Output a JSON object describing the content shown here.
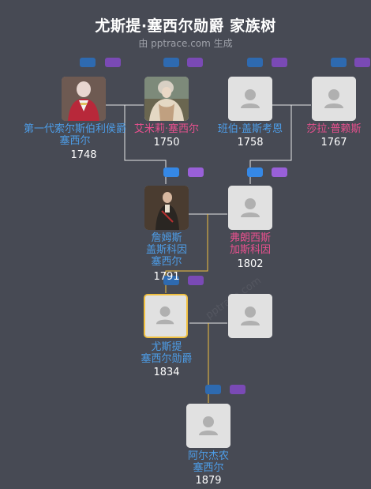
{
  "header": {
    "title": "尤斯提·塞西尔勋爵 家族树",
    "subtitle": "由 pptrace.com 生成"
  },
  "watermark": "pptrace.com",
  "colors": {
    "background": "#474a54",
    "male_name": "#4d9de8",
    "female_name": "#e8508e",
    "self_border": "#f0c040",
    "lines": "#e6e6e6",
    "self_line": "#f0c040"
  },
  "people": {
    "p1": {
      "name": "第一代索尔斯伯利侯爵\n塞西尔",
      "year": "1748",
      "gender": "male",
      "photo": "portrait-red-coat"
    },
    "p2": {
      "name": "艾米莉·塞西尔",
      "year": "1750",
      "gender": "female",
      "photo": "portrait-lady"
    },
    "p3": {
      "name": "班伯·盖斯考恩",
      "year": "1758",
      "gender": "male",
      "photo": "placeholder"
    },
    "p4": {
      "name": "莎拉·普赖斯",
      "year": "1767",
      "gender": "female",
      "photo": "placeholder"
    },
    "p5": {
      "name": "詹姆斯\n盖斯科因\n塞西尔",
      "year": "1791",
      "gender": "male",
      "photo": "portrait-dark-coat"
    },
    "p6": {
      "name": "弗朗西斯\n加斯科因",
      "year": "1802",
      "gender": "female",
      "photo": "placeholder"
    },
    "p7": {
      "name": "尤斯提\n塞西尔勋爵",
      "year": "1834",
      "gender": "male",
      "photo": "placeholder",
      "self": true
    },
    "p8": {
      "name": "",
      "year": "",
      "gender": "unknown",
      "photo": "placeholder"
    },
    "p9": {
      "name": "阿尔杰农\n塞西尔",
      "year": "1879",
      "gender": "male",
      "photo": "placeholder"
    }
  }
}
